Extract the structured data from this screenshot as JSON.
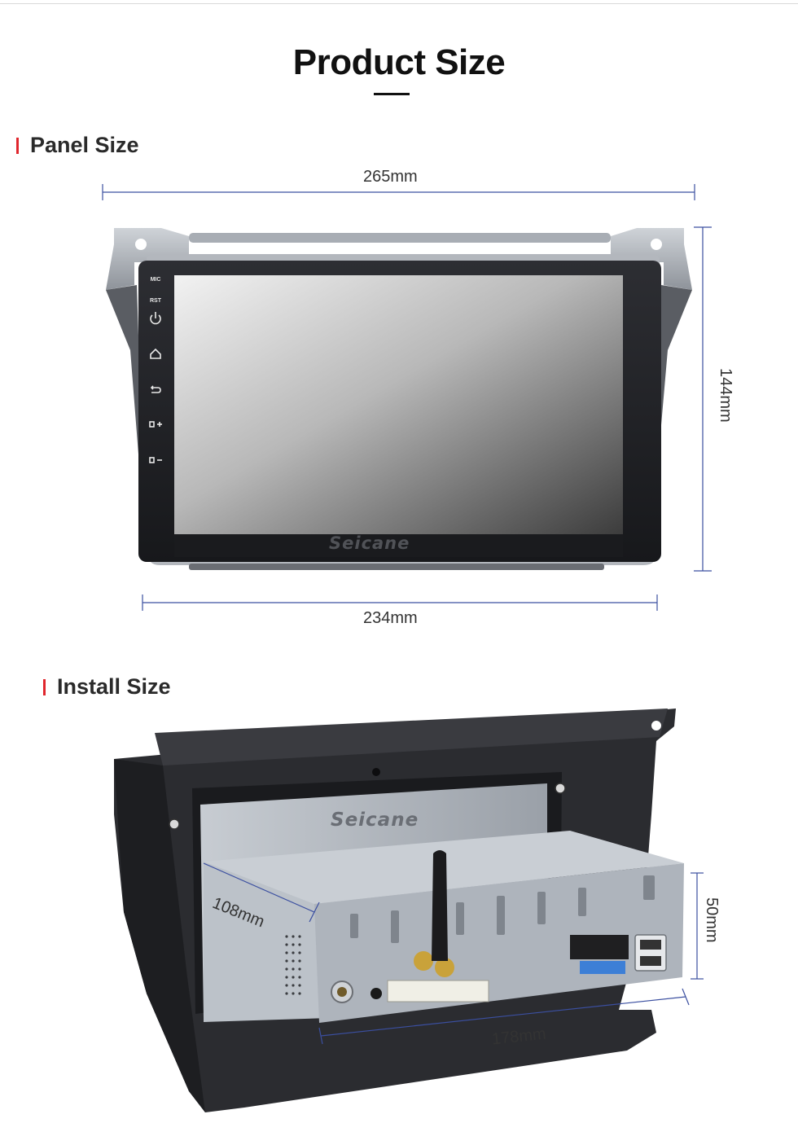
{
  "page": {
    "title": "Product Size"
  },
  "panel_section": {
    "heading": "Panel Size",
    "width_top": "265mm",
    "height_right": "144mm",
    "width_bottom": "234mm",
    "buttons": {
      "mic": "MIC",
      "rst": "RST",
      "power_icon": "power-icon",
      "home_icon": "home-icon",
      "back_icon": "back-icon",
      "volume_up_icon": "volume-up-icon",
      "volume_down_icon": "volume-down-icon"
    },
    "brand": "Seicane"
  },
  "install_section": {
    "heading": "Install Size",
    "depth": "108mm",
    "height": "50mm",
    "width": "178mm",
    "brand": "Seicane"
  },
  "colors": {
    "accent_red": "#e0262d",
    "dimension_line": "#3b4fa0"
  }
}
